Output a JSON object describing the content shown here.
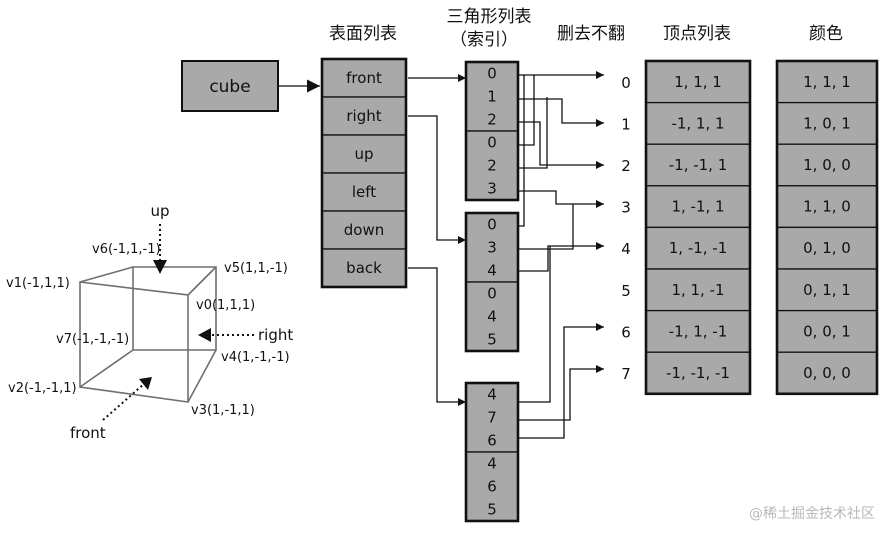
{
  "headers": {
    "face_list": "表面列表",
    "tri_index_line1": "三角形列表",
    "tri_index_line2": "（索引）",
    "cull": "删去不翻",
    "vertex_list": "顶点列表",
    "colors": "颜色"
  },
  "cube_label": "cube",
  "faces": [
    "front",
    "right",
    "up",
    "left",
    "down",
    "back"
  ],
  "triangle_groups": [
    [
      "0",
      "1",
      "2"
    ],
    [
      "0",
      "2",
      "3"
    ],
    [
      "0",
      "3",
      "4"
    ],
    [
      "0",
      "4",
      "5"
    ],
    [
      "4",
      "7",
      "6"
    ],
    [
      "4",
      "6",
      "5"
    ]
  ],
  "vertex_indices": [
    "0",
    "1",
    "2",
    "3",
    "4",
    "5",
    "6",
    "7"
  ],
  "vertices": [
    "1,  1,  1",
    "-1,  1,  1",
    "-1, -1, 1",
    "1, -1,  1",
    "1, -1, -1",
    "1, 1, -1",
    "-1, 1, -1",
    "-1, -1, -1"
  ],
  "colors": [
    "1, 1, 1",
    "1, 0, 1",
    "1, 0, 0",
    "1, 1, 0",
    "0, 1, 0",
    "0, 1, 1",
    "0, 0, 1",
    "0, 0, 0"
  ],
  "cube_figure": {
    "up": "up",
    "right": "right",
    "front": "front",
    "v0": "v0(1,1,1)",
    "v1": "v1(-1,1,1)",
    "v2": "v2(-1,-1,1)",
    "v3": "v3(1,-1,1)",
    "v4": "v4(1,-1,-1)",
    "v5": "v5(1,1,-1)",
    "v6": "v6(-1,1,-1)",
    "v7": "v7(-1,-1,-1)"
  },
  "watermark": "@稀土掘金技术社区"
}
